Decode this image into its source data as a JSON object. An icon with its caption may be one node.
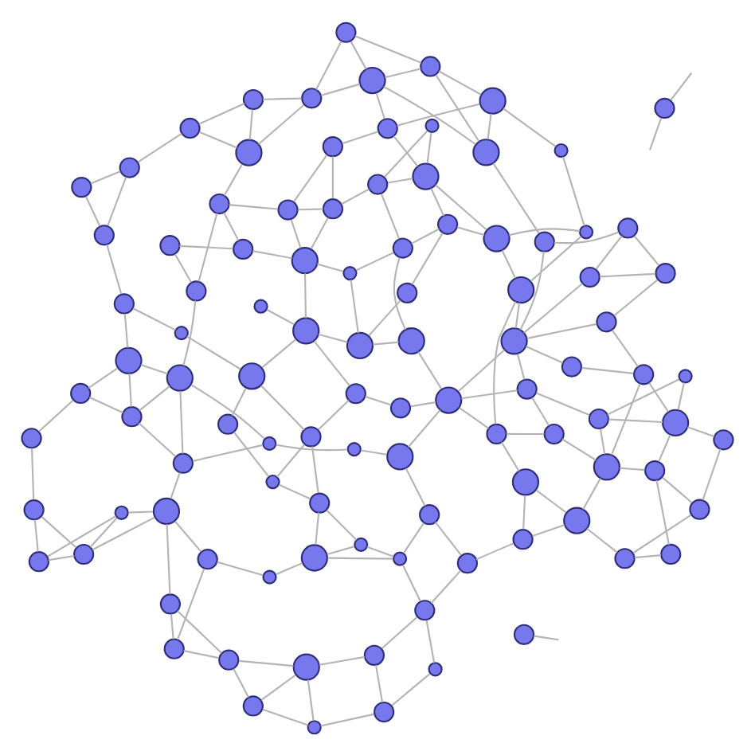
{
  "diagram": {
    "nodes": [
      {
        "text": [],
        "shape": "circle"
      },
      {
        "text": [],
        "shape": "circle"
      },
      {
        "text": [],
        "shape": "circle"
      },
      {
        "text": [],
        "shape": "circle"
      },
      {
        "text": [],
        "shape": "circle"
      },
      {
        "text": [],
        "shape": "circle"
      },
      {
        "text": [],
        "shape": "circle"
      },
      {
        "text": [],
        "shape": "circle"
      },
      {
        "text": [],
        "shape": "circle"
      },
      {
        "text": [],
        "shape": "circle"
      },
      {
        "text": [],
        "shape": "circle"
      },
      {
        "text": [],
        "shape": "circle"
      },
      {
        "text": [],
        "shape": "circle"
      },
      {
        "text": [],
        "shape": "circle"
      },
      {
        "text": [],
        "shape": "circle"
      },
      {
        "text": [],
        "shape": "circle"
      },
      {
        "text": [],
        "shape": "circle"
      },
      {
        "text": [],
        "shape": "circle"
      },
      {
        "text": [],
        "shape": "circle"
      },
      {
        "text": [],
        "shape": "circle"
      },
      {
        "text": [],
        "shape": "circle"
      },
      {
        "text": [],
        "shape": "circle"
      },
      {
        "text": [],
        "shape": "circle"
      },
      {
        "text": [],
        "shape": "circle"
      },
      {
        "text": [],
        "shape": "circle"
      },
      {
        "text": [],
        "shape": "circle"
      },
      {
        "text": [],
        "shape": "circle"
      },
      {
        "text": [],
        "shape": "circle"
      },
      {
        "text": [],
        "shape": "circle"
      },
      {
        "text": [],
        "shape": "circle"
      },
      {
        "text": [],
        "shape": "circle"
      },
      {
        "text": [],
        "shape": "circle"
      },
      {
        "text": [],
        "shape": "circle"
      },
      {
        "text": [],
        "shape": "circle"
      },
      {
        "text": [],
        "shape": "circle"
      },
      {
        "text": [],
        "shape": "circle"
      },
      {
        "text": [],
        "shape": "circle"
      },
      {
        "text": [],
        "shape": "circle"
      },
      {
        "text": [],
        "shape": "circle"
      },
      {
        "text": [],
        "shape": "circle"
      },
      {
        "text": [],
        "shape": "circle"
      },
      {
        "text": [],
        "shape": "circle"
      },
      {
        "text": [],
        "shape": "circle"
      },
      {
        "text": [],
        "shape": "circle"
      },
      {
        "text": [],
        "shape": "circle"
      },
      {
        "text": [],
        "shape": "circle"
      },
      {
        "text": [],
        "shape": "circle"
      },
      {
        "text": [],
        "shape": "circle"
      },
      {
        "text": [],
        "shape": "circle"
      },
      {
        "text": [],
        "shape": "circle"
      },
      {
        "text": [],
        "shape": "circle"
      },
      {
        "text": [],
        "shape": "circle"
      },
      {
        "text": [],
        "shape": "circle"
      },
      {
        "text": [],
        "shape": "circle"
      },
      {
        "text": [],
        "shape": "circle"
      },
      {
        "text": [],
        "shape": "circle"
      },
      {
        "text": [],
        "shape": "circle"
      },
      {
        "text": [],
        "shape": "circle"
      },
      {
        "text": [],
        "shape": "circle"
      },
      {
        "text": [],
        "shape": "circle"
      },
      {
        "text": [],
        "shape": "circle"
      },
      {
        "text": [],
        "shape": "circle"
      },
      {
        "text": [],
        "shape": "circle"
      },
      {
        "text": [],
        "shape": "circle"
      },
      {
        "text": [],
        "shape": "circle"
      },
      {
        "text": [],
        "shape": "circle"
      },
      {
        "text": [],
        "shape": "circle"
      },
      {
        "text": [],
        "shape": "circle"
      },
      {
        "text": [],
        "shape": "circle"
      },
      {
        "text": [],
        "shape": "circle"
      },
      {
        "text": [],
        "shape": "circle"
      },
      {
        "text": [],
        "shape": "circle"
      },
      {
        "text": [],
        "shape": "circle"
      },
      {
        "text": [],
        "shape": "circle"
      },
      {
        "text": [],
        "shape": "circle"
      },
      {
        "text": [],
        "shape": "circle"
      },
      {
        "text": [],
        "shape": "circle"
      },
      {
        "text": [],
        "shape": "circle"
      },
      {
        "text": [],
        "shape": "circle"
      },
      {
        "text": [],
        "shape": "circle"
      },
      {
        "text": [],
        "shape": "circle"
      },
      {
        "text": [],
        "shape": "circle"
      },
      {
        "text": [],
        "shape": "circle"
      },
      {
        "text": [],
        "shape": "circle"
      },
      {
        "text": [],
        "shape": "circle"
      },
      {
        "text": [],
        "shape": "circle"
      },
      {
        "text": [],
        "shape": "circle"
      },
      {
        "text": [],
        "shape": "circle"
      },
      {
        "text": [],
        "shape": "circle"
      },
      {
        "text": [],
        "shape": "circle"
      },
      {
        "text": [],
        "shape": "circle"
      },
      {
        "text": [],
        "shape": "circle"
      },
      {
        "text": [],
        "shape": "circle"
      },
      {
        "text": [],
        "shape": "circle"
      },
      {
        "text": [],
        "shape": "circle"
      },
      {
        "text": [],
        "shape": "circle"
      },
      {
        "text": [],
        "shape": "circle"
      },
      {
        "text": [],
        "shape": "circle"
      },
      {
        "text": [],
        "shape": "circle"
      },
      {
        "text": [],
        "shape": "circle"
      },
      {
        "text": [],
        "shape": "circle"
      },
      {
        "text": [],
        "shape": "circle"
      }
    ],
    "edges": [
      {
        "from": 0,
        "to": null,
        "arrow": "none"
      },
      {
        "from": 4,
        "to": 2,
        "arrow": "none"
      },
      {
        "from": 2,
        "to": 1,
        "arrow": "none"
      },
      {
        "from": 1,
        "to": 3,
        "arrow": "none"
      },
      {
        "from": 3,
        "to": 5,
        "arrow": "none"
      },
      {
        "from": 5,
        "to": 8,
        "arrow": "none"
      },
      {
        "from": 1,
        "to": 5,
        "arrow": "none"
      },
      {
        "from": 6,
        "to": 4,
        "arrow": "none"
      },
      {
        "from": 6,
        "to": 2,
        "arrow": "none"
      },
      {
        "from": 4,
        "to": 7,
        "arrow": "none"
      },
      {
        "from": 6,
        "to": 7,
        "arrow": "none"
      },
      {
        "from": 7,
        "to": 9,
        "arrow": "none"
      },
      {
        "from": 7,
        "to": 18,
        "arrow": "none"
      },
      {
        "from": 9,
        "to": 15,
        "arrow": "none"
      },
      {
        "from": 9,
        "to": 18,
        "arrow": "none"
      },
      {
        "from": 6,
        "to": 11,
        "arrow": "none"
      },
      {
        "from": 8,
        "to": 10,
        "arrow": "none"
      },
      {
        "from": 8,
        "to": 17,
        "arrow": "none"
      },
      {
        "from": 10,
        "to": 43,
        "arrow": "none"
      },
      {
        "from": 26,
        "to": 37,
        "arrow": "none"
      },
      {
        "from": 11,
        "to": 13,
        "arrow": "none"
      },
      {
        "from": 13,
        "to": 12,
        "arrow": "none"
      },
      {
        "from": 11,
        "to": 16,
        "arrow": "none"
      },
      {
        "from": 12,
        "to": 16,
        "arrow": "none"
      },
      {
        "from": 13,
        "to": 22,
        "arrow": "none"
      },
      {
        "from": 14,
        "to": 11,
        "arrow": "none"
      },
      {
        "from": 14,
        "to": 22,
        "arrow": "none"
      },
      {
        "from": 14,
        "to": 20,
        "arrow": "none"
      },
      {
        "from": 14,
        "to": 19,
        "arrow": "none"
      },
      {
        "from": 16,
        "to": 28,
        "arrow": "none"
      },
      {
        "from": 17,
        "to": 28,
        "arrow": "none"
      },
      {
        "from": 17,
        "to": 27,
        "arrow": "none"
      },
      {
        "from": 17,
        "to": 21,
        "arrow": "none"
      },
      {
        "from": 21,
        "to": 25,
        "arrow": "none"
      },
      {
        "from": 25,
        "to": 33,
        "arrow": "none"
      },
      {
        "from": 21,
        "to": 27,
        "arrow": "none"
      },
      {
        "from": 28,
        "to": 27,
        "arrow": "none"
      },
      {
        "from": 27,
        "to": 40,
        "arrow": "none"
      },
      {
        "from": 28,
        "to": 40,
        "arrow": "none"
      },
      {
        "from": 28,
        "to": 47,
        "arrow": "none"
      },
      {
        "from": 40,
        "to": 47,
        "arrow": "none"
      },
      {
        "from": 40,
        "to": 62,
        "arrow": "none"
      },
      {
        "from": 33,
        "to": 36,
        "arrow": "none"
      },
      {
        "from": 33,
        "to": 49,
        "arrow": "none"
      },
      {
        "from": 36,
        "to": 49,
        "arrow": "none"
      },
      {
        "from": 36,
        "to": 54,
        "arrow": "none"
      },
      {
        "from": 49,
        "to": 54,
        "arrow": "none"
      },
      {
        "from": 49,
        "to": 62,
        "arrow": "none"
      },
      {
        "from": 54,
        "to": 62,
        "arrow": "none"
      },
      {
        "from": 62,
        "to": 66,
        "arrow": "none"
      },
      {
        "from": 47,
        "to": 67,
        "arrow": "none"
      },
      {
        "from": 62,
        "to": 74,
        "arrow": "none"
      },
      {
        "from": 66,
        "to": 79,
        "arrow": "none"
      },
      {
        "from": 74,
        "to": 79,
        "arrow": "none"
      },
      {
        "from": 79,
        "to": 86,
        "arrow": "none"
      },
      {
        "from": 74,
        "to": 86,
        "arrow": "none"
      },
      {
        "from": 86,
        "to": 91,
        "arrow": "none"
      },
      {
        "from": 86,
        "to": 92,
        "arrow": "none"
      },
      {
        "from": 91,
        "to": 92,
        "arrow": "none"
      },
      {
        "from": 91,
        "to": 99,
        "arrow": "none"
      },
      {
        "from": 92,
        "to": 99,
        "arrow": "none"
      },
      {
        "from": 72,
        "to": 71,
        "arrow": "none"
      },
      {
        "from": 71,
        "to": 66,
        "arrow": "none"
      },
      {
        "from": 92,
        "to": 89,
        "arrow": "none"
      },
      {
        "from": 99,
        "to": 95,
        "arrow": "none"
      },
      {
        "from": 15,
        "to": 18,
        "arrow": "none"
      },
      {
        "from": 15,
        "to": 24,
        "arrow": "none"
      },
      {
        "from": 15,
        "to": 32,
        "arrow": "none"
      },
      {
        "from": 24,
        "to": 18,
        "arrow": "none"
      },
      {
        "from": 24,
        "to": 32,
        "arrow": "none"
      },
      {
        "from": 24,
        "to": 38,
        "arrow": "none"
      },
      {
        "from": 18,
        "to": 30,
        "arrow": "none"
      },
      {
        "from": 32,
        "to": 30,
        "arrow": "none"
      },
      {
        "from": 32,
        "to": 39,
        "arrow": "none"
      },
      {
        "from": 23,
        "to": 29,
        "arrow": "none"
      },
      {
        "from": 23,
        "to": 34,
        "arrow": "none"
      },
      {
        "from": 19,
        "to": 20,
        "arrow": "none"
      },
      {
        "from": 19,
        "to": 30,
        "arrow": "none"
      },
      {
        "from": 20,
        "to": 29,
        "arrow": "none"
      },
      {
        "from": 20,
        "to": 22,
        "arrow": "none"
      },
      {
        "from": 29,
        "to": 34,
        "arrow": "none"
      },
      {
        "from": 29,
        "to": 35,
        "arrow": "none"
      },
      {
        "from": 22,
        "to": 31,
        "arrow": "none"
      },
      {
        "from": 22,
        "to": 37,
        "arrow": "none"
      },
      {
        "from": 31,
        "to": 41,
        "arrow": "none"
      },
      {
        "from": 31,
        "to": 35,
        "arrow": "none"
      },
      {
        "from": 34,
        "to": 42,
        "arrow": "none"
      },
      {
        "from": 34,
        "to": 46,
        "arrow": "none"
      },
      {
        "from": 34,
        "to": 30,
        "arrow": "none"
      },
      {
        "from": 35,
        "to": 42,
        "arrow": "none"
      },
      {
        "from": 35,
        "to": 51,
        "arrow": "none"
      },
      {
        "from": 38,
        "to": 48,
        "arrow": "none"
      },
      {
        "from": 38,
        "to": 53,
        "arrow": "none"
      },
      {
        "from": 39,
        "to": 45,
        "arrow": "none"
      },
      {
        "from": 45,
        "to": 50,
        "arrow": "none"
      },
      {
        "from": 45,
        "to": 46,
        "arrow": "none"
      },
      {
        "from": 46,
        "to": 42,
        "arrow": "none"
      },
      {
        "from": 46,
        "to": 50,
        "arrow": "none"
      },
      {
        "from": 48,
        "to": 55,
        "arrow": "none"
      },
      {
        "from": 48,
        "to": 59,
        "arrow": "none"
      },
      {
        "from": 55,
        "to": 59,
        "arrow": "none"
      },
      {
        "from": 55,
        "to": 53,
        "arrow": "none"
      },
      {
        "from": 59,
        "to": 63,
        "arrow": "none"
      },
      {
        "from": 63,
        "to": 53,
        "arrow": "none"
      },
      {
        "from": 63,
        "to": 77,
        "arrow": "none"
      },
      {
        "from": 61,
        "to": 53,
        "arrow": "none"
      },
      {
        "from": 61,
        "to": 77,
        "arrow": "none"
      },
      {
        "from": 53,
        "to": 69,
        "arrow": "none"
      },
      {
        "from": 53,
        "to": 50,
        "arrow": "none"
      },
      {
        "from": 41,
        "to": 37,
        "arrow": "none"
      },
      {
        "from": 41,
        "to": 51,
        "arrow": "none"
      },
      {
        "from": 41,
        "to": 52,
        "arrow": "none"
      },
      {
        "from": 52,
        "to": 42,
        "arrow": "none"
      },
      {
        "from": 37,
        "to": 43,
        "arrow": "none"
      },
      {
        "from": 37,
        "to": 57,
        "arrow": "none"
      },
      {
        "from": 43,
        "to": 44,
        "arrow": "none"
      },
      {
        "from": 43,
        "to": 56,
        "arrow": "none"
      },
      {
        "from": 44,
        "to": 58,
        "arrow": "none"
      },
      {
        "from": 56,
        "to": 58,
        "arrow": "none"
      },
      {
        "from": 57,
        "to": 56,
        "arrow": "none"
      },
      {
        "from": 57,
        "to": 60,
        "arrow": "none"
      },
      {
        "from": 60,
        "to": 64,
        "arrow": "none"
      },
      {
        "from": 51,
        "to": 64,
        "arrow": "none"
      },
      {
        "from": 50,
        "to": 70,
        "arrow": "none"
      },
      {
        "from": 53,
        "to": 64,
        "arrow": "none"
      },
      {
        "from": 69,
        "to": 64,
        "arrow": "none"
      },
      {
        "from": 69,
        "to": 78,
        "arrow": "none"
      },
      {
        "from": 69,
        "to": 84,
        "arrow": "none"
      },
      {
        "from": 77,
        "to": 81,
        "arrow": "none"
      },
      {
        "from": 77,
        "to": 94,
        "arrow": "none"
      },
      {
        "from": 84,
        "to": 81,
        "arrow": "none"
      },
      {
        "from": 84,
        "to": 94,
        "arrow": "none"
      },
      {
        "from": 98,
        "to": 94,
        "arrow": "none"
      },
      {
        "from": 98,
        "to": 84,
        "arrow": "none"
      },
      {
        "from": 94,
        "to": 90,
        "arrow": "none"
      },
      {
        "from": 94,
        "to": 97,
        "arrow": "none"
      },
      {
        "from": 97,
        "to": 100,
        "arrow": "none"
      },
      {
        "from": 90,
        "to": 100,
        "arrow": "none"
      },
      {
        "from": 90,
        "to": 81,
        "arrow": "none"
      },
      {
        "from": 78,
        "to": 81,
        "arrow": "none"
      },
      {
        "from": 64,
        "to": 70,
        "arrow": "none"
      },
      {
        "from": 64,
        "to": 68,
        "arrow": "none"
      },
      {
        "from": 70,
        "to": 73,
        "arrow": "none"
      },
      {
        "from": 73,
        "to": 82,
        "arrow": "none"
      },
      {
        "from": 81,
        "to": 82,
        "arrow": "none"
      },
      {
        "from": 82,
        "to": 85,
        "arrow": "none"
      },
      {
        "from": 85,
        "to": 83,
        "arrow": "none"
      },
      {
        "from": 68,
        "to": 75,
        "arrow": "none"
      },
      {
        "from": 68,
        "to": 67,
        "arrow": "none"
      },
      {
        "from": 75,
        "to": 83,
        "arrow": "none"
      },
      {
        "from": 65,
        "to": 76,
        "arrow": "none"
      },
      {
        "from": 72,
        "to": 76,
        "arrow": "none"
      },
      {
        "from": 72,
        "to": 80,
        "arrow": "none"
      },
      {
        "from": 76,
        "to": 80,
        "arrow": "none"
      },
      {
        "from": 80,
        "to": 88,
        "arrow": "none"
      },
      {
        "from": 88,
        "to": 89,
        "arrow": "none"
      },
      {
        "from": 87,
        "to": 88,
        "arrow": "none"
      },
      {
        "from": 96,
        "to": 93,
        "arrow": "none"
      },
      {
        "from": 93,
        "to": 90,
        "arrow": "none"
      },
      {
        "from": 100,
        "to": 96,
        "arrow": "none"
      },
      {
        "from": 58,
        "to": 65,
        "arrow": "none"
      },
      {
        "from": 56,
        "to": 65,
        "arrow": "none"
      },
      {
        "from": 75,
        "to": 80,
        "arrow": "none"
      },
      {
        "from": 70,
        "to": 78,
        "arrow": "none"
      },
      {
        "from": 73,
        "to": 85,
        "arrow": "none"
      },
      {
        "from": 82,
        "to": 96,
        "arrow": "none"
      },
      {
        "from": 83,
        "to": 88,
        "arrow": "none"
      },
      {
        "from": 89,
        "to": 95,
        "arrow": "none"
      },
      {
        "from": 87,
        "to": 95,
        "arrow": "none"
      },
      {
        "from": 65,
        "to": 72,
        "arrow": "none"
      },
      {
        "from": 101,
        "to": null,
        "arrow": "none"
      },
      {
        "from": 101,
        "to": null,
        "arrow": "none"
      }
    ]
  }
}
